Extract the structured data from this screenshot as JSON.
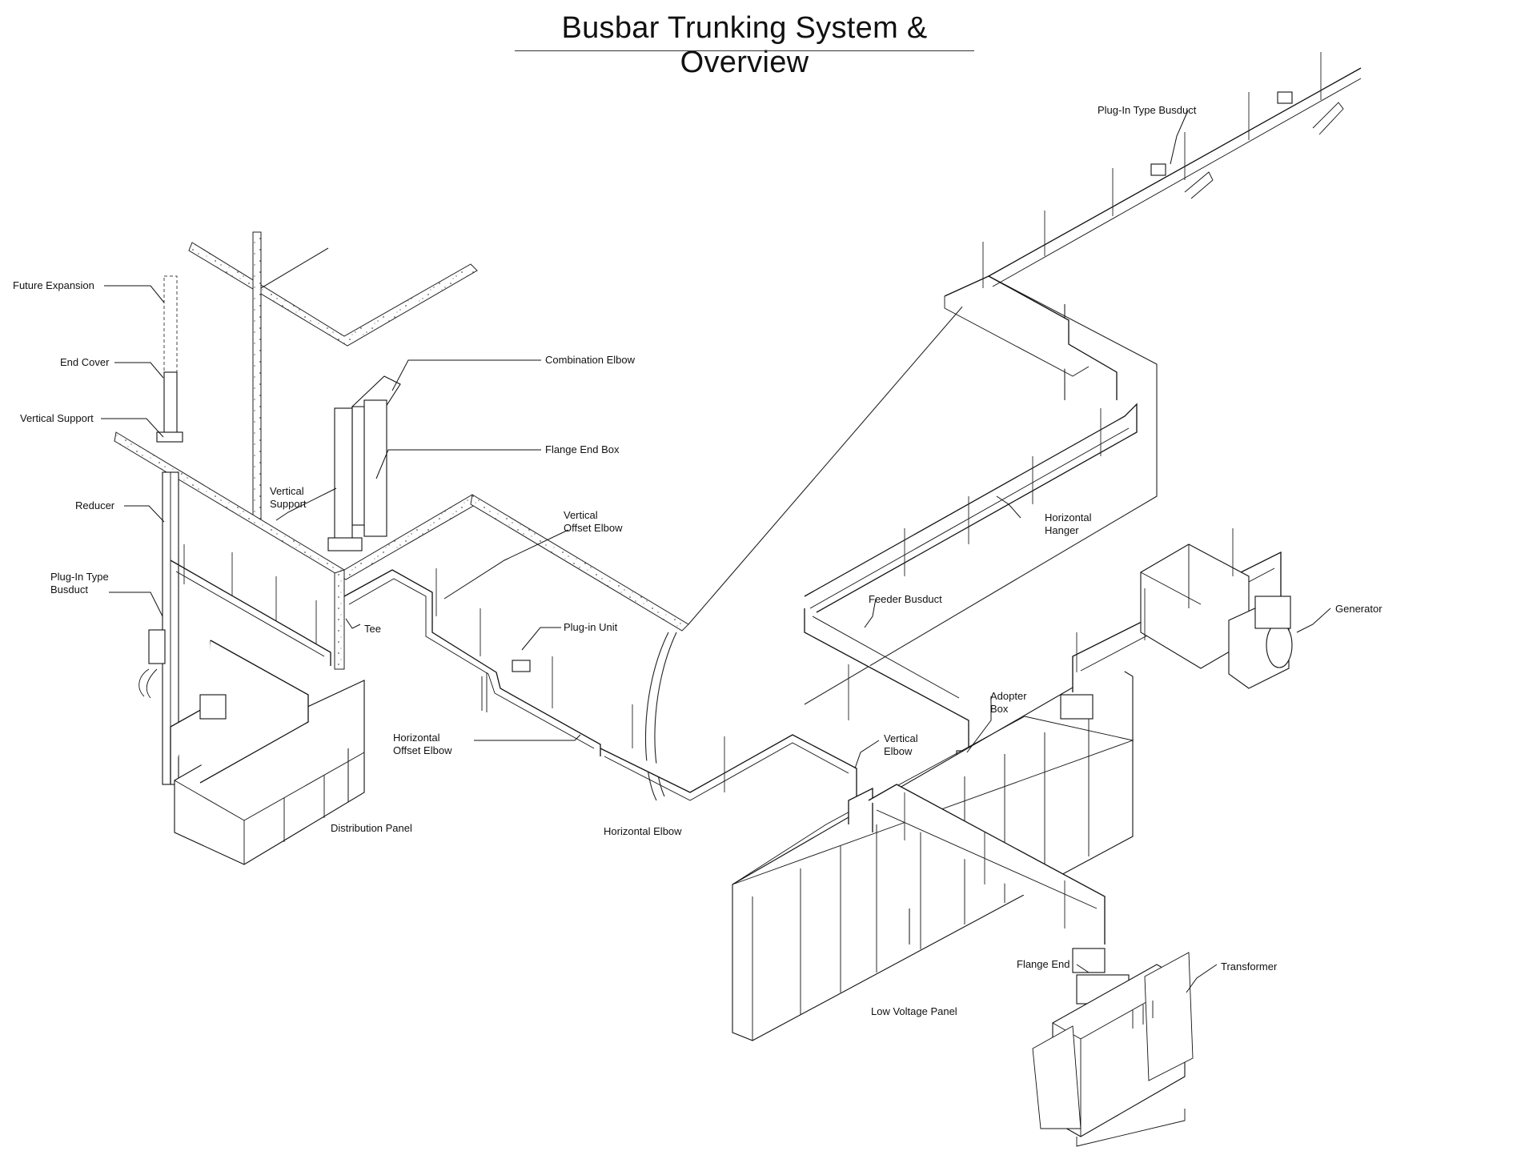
{
  "title": "Busbar Trunking System & Overview",
  "labels": {
    "future_expansion": "Future Expansion",
    "end_cover": "End Cover",
    "vertical_support_left": "Vertical Support",
    "reducer": "Reducer",
    "plug_in_busduct_left_1": "Plug-In Type",
    "plug_in_busduct_left_2": "Busduct",
    "combination_elbow": "Combination Elbow",
    "flange_end_box": "Flange End Box",
    "vertical_support_mid_1": "Vertical",
    "vertical_support_mid_2": "Support",
    "vertical_offset_elbow_1": "Vertical",
    "vertical_offset_elbow_2": "Offset Elbow",
    "tee": "Tee",
    "plug_in_unit": "Plug-in Unit",
    "horizontal_offset_elbow_1": "Horizontal",
    "horizontal_offset_elbow_2": "Offset Elbow",
    "distribution_panel": "Distribution Panel",
    "horizontal_elbow": "Horizontal Elbow",
    "plug_in_busduct_top": "Plug-In Type Busduct",
    "horizontal_hanger_1": "Horizontal",
    "horizontal_hanger_2": "Hanger",
    "feeder_busduct": "Feeder Busduct",
    "generator": "Generator",
    "adopter_box_1": "Adopter",
    "adopter_box_2": "Box",
    "vertical_elbow_1": "Vertical",
    "vertical_elbow_2": "Elbow",
    "flange_end": "Flange End",
    "transformer": "Transformer",
    "low_voltage_panel": "Low Voltage Panel"
  }
}
